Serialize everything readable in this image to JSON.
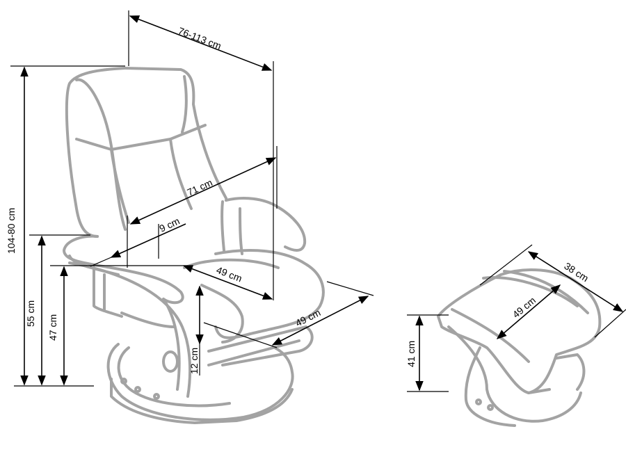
{
  "diagram": {
    "title": "Recliner chair with footstool dimensions",
    "colors": {
      "outline": "#a3a3a3",
      "dimension": "#000000"
    },
    "chair": {
      "depth_range": "76-113 cm",
      "height_range": "104-80 cm",
      "backrest_length": "71 cm",
      "armrest_offset": "9 cm",
      "seat_depth": "49 cm",
      "seat_width": "49 cm",
      "armrest_height": "55 cm",
      "seat_height": "47 cm",
      "seat_thickness": "12 cm"
    },
    "footstool": {
      "width": "38 cm",
      "depth": "49 cm",
      "height": "41 cm"
    }
  }
}
